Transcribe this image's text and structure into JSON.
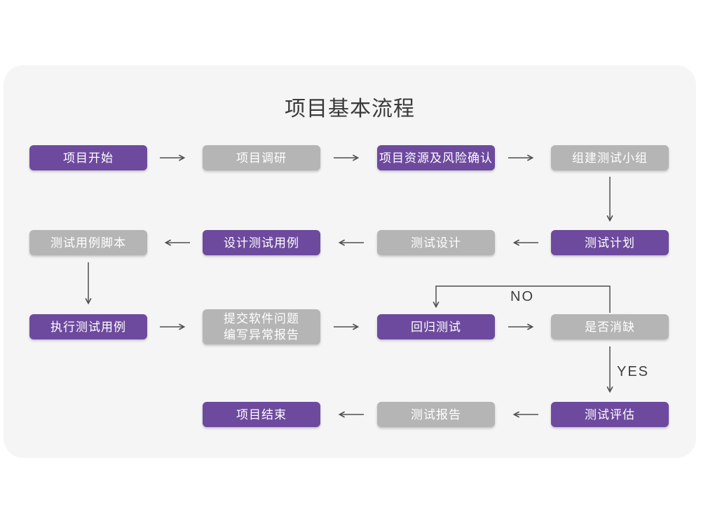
{
  "page": {
    "title": "项目基本流程"
  },
  "flowchart": {
    "nodes": [
      {
        "id": "project-start",
        "label": "项目开始",
        "variant": "purple"
      },
      {
        "id": "project-research",
        "label": "项目调研",
        "variant": "gray"
      },
      {
        "id": "resource-risk-confirm",
        "label": "项目资源及风险确认",
        "variant": "purple"
      },
      {
        "id": "build-test-team",
        "label": "组建测试小组",
        "variant": "gray"
      },
      {
        "id": "test-plan",
        "label": "测试计划",
        "variant": "purple"
      },
      {
        "id": "test-design",
        "label": "测试设计",
        "variant": "gray"
      },
      {
        "id": "design-test-cases",
        "label": "设计测试用例",
        "variant": "purple"
      },
      {
        "id": "test-case-script",
        "label": "测试用例脚本",
        "variant": "gray"
      },
      {
        "id": "execute-test-cases",
        "label": "执行测试用例",
        "variant": "purple"
      },
      {
        "id": "submit-issue-report",
        "label": "提交软件问题",
        "label2": "编写异常报告",
        "variant": "gray"
      },
      {
        "id": "regression-test",
        "label": "回归测试",
        "variant": "purple"
      },
      {
        "id": "defect-cleared",
        "label": "是否消缺",
        "variant": "gray"
      },
      {
        "id": "test-evaluation",
        "label": "测试评估",
        "variant": "purple"
      },
      {
        "id": "test-report",
        "label": "测试报告",
        "variant": "gray"
      },
      {
        "id": "project-end",
        "label": "项目结束",
        "variant": "purple"
      }
    ],
    "edge_labels": {
      "no": "NO",
      "yes": "YES"
    }
  },
  "colors": {
    "purple_box": "#6d4a9e",
    "gray_box": "#b5b5b6",
    "node_text": "#ffffff",
    "card_bg": "#f5f5f6",
    "page_bg": "#ffffff",
    "arrow": "#4f4f52",
    "title_text": "#3a3a3a",
    "edge_label_text": "#3f3f41"
  }
}
